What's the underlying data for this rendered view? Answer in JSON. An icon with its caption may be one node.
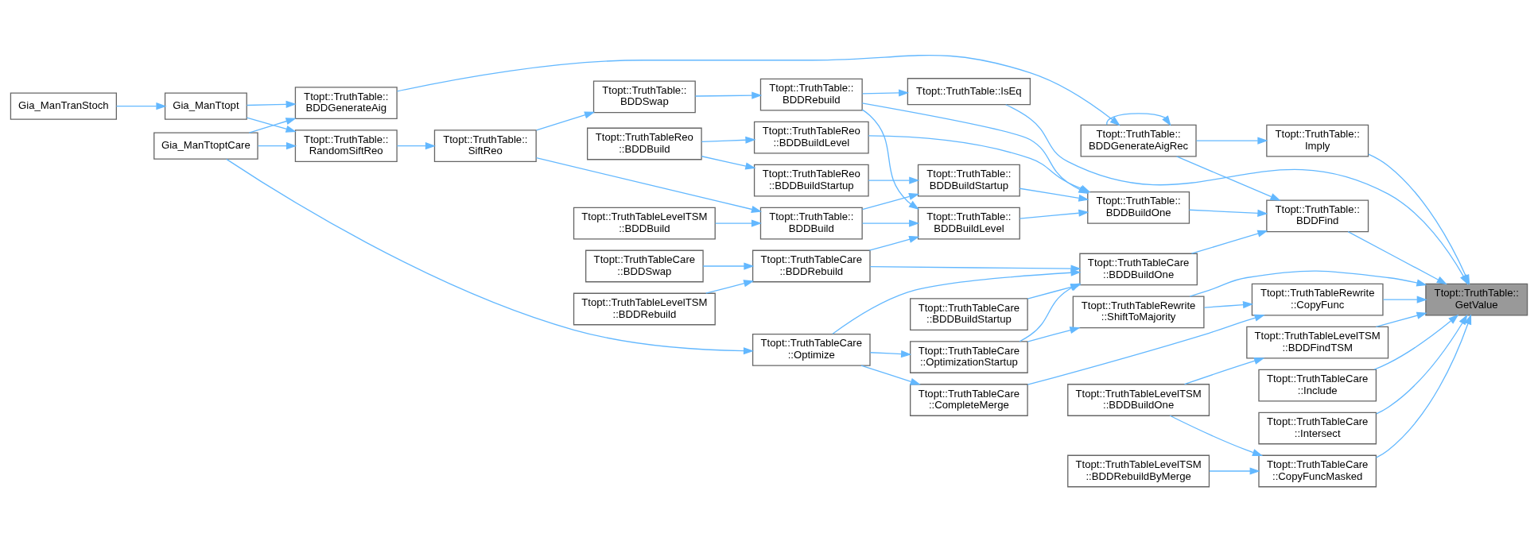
{
  "diagram": {
    "nodes": [
      {
        "text": [
          "Gia_ManTranStoch"
        ]
      },
      {
        "text": [
          "Gia_ManTtopt"
        ]
      },
      {
        "text": [
          "Gia_ManTtoptCare"
        ]
      },
      {
        "text": [
          "Ttopt::TruthTable:: BDDGenerateAig"
        ]
      },
      {
        "text": [
          "Ttopt::TruthTable:: RandomSiftReo"
        ]
      },
      {
        "text": [
          "Ttopt::TruthTable:: SiftReo"
        ]
      },
      {
        "text": [
          "Ttopt::TruthTableReo ::BDDBuild"
        ]
      },
      {
        "text": [
          "Ttopt::TruthTableLevelTSM ::BDDBuild"
        ]
      },
      {
        "text": [
          "Ttopt::TruthTable:: BDDSwap"
        ]
      },
      {
        "text": [
          "Ttopt::TruthTableCare ::BDDSwap"
        ]
      },
      {
        "text": [
          "Ttopt::TruthTableLevelTSM ::BDDRebuild"
        ]
      },
      {
        "text": [
          "Ttopt::TruthTableReo ::BDDBuildLevel"
        ]
      },
      {
        "text": [
          "Ttopt::TruthTableReo ::BDDBuildStartup"
        ]
      },
      {
        "text": [
          "Ttopt::TruthTable:: BDDBuild"
        ]
      },
      {
        "text": [
          "Ttopt::TruthTable:: BDDRebuild"
        ]
      },
      {
        "text": [
          "Ttopt::TruthTableCare ::BDDRebuild"
        ]
      },
      {
        "text": [
          "Ttopt::TruthTableCare ::Optimize"
        ]
      },
      {
        "text": [
          "Ttopt::TruthTable:: BDDBuildStartup"
        ]
      },
      {
        "text": [
          "Ttopt::TruthTable:: BDDBuildLevel"
        ]
      },
      {
        "text": [
          "Ttopt::TruthTable::IsEq"
        ]
      },
      {
        "text": [
          "Ttopt::TruthTableCare ::BDDBuildStartup"
        ]
      },
      {
        "text": [
          "Ttopt::TruthTableCare ::OptimizationStartup"
        ]
      },
      {
        "text": [
          "Ttopt::TruthTableCare ::CompleteMerge"
        ]
      },
      {
        "text": [
          "Ttopt::TruthTable:: BDDGenerateAigRec"
        ]
      },
      {
        "text": [
          "Ttopt::TruthTable:: BDDBuildOne"
        ]
      },
      {
        "text": [
          "Ttopt::TruthTableCare ::BDDBuildOne"
        ]
      },
      {
        "text": [
          "Ttopt::TruthTableLevelTSM ::BDDBuildOne"
        ]
      },
      {
        "text": [
          "Ttopt::TruthTableLevelTSM ::BDDRebuildByMerge"
        ]
      },
      {
        "text": [
          "Ttopt::TruthTableRewrite ::ShiftToMajority"
        ]
      },
      {
        "text": [
          "Ttopt::TruthTable:: Imply"
        ]
      },
      {
        "text": [
          "Ttopt::TruthTable:: BDDFind"
        ]
      },
      {
        "text": [
          "Ttopt::TruthTableLevelTSM ::BDDFindTSM"
        ]
      },
      {
        "text": [
          "Ttopt::TruthTableCare ::CopyFuncMasked"
        ]
      },
      {
        "text": [
          "Ttopt::TruthTableCare ::Include"
        ]
      },
      {
        "text": [
          "Ttopt::TruthTableCare ::Intersect"
        ]
      },
      {
        "text": [
          "Ttopt::TruthTableRewrite ::CopyFunc"
        ]
      },
      {
        "text": [
          "Ttopt::TruthTable:: GetValue"
        ]
      }
    ],
    "edges": [
      {
        "from": 0,
        "to": 1,
        "arrow": "to"
      },
      {
        "from": 1,
        "to": 3,
        "arrow": "to"
      },
      {
        "from": 1,
        "to": 4,
        "arrow": "to"
      },
      {
        "from": 2,
        "to": 3,
        "arrow": "to"
      },
      {
        "from": 2,
        "to": 4,
        "arrow": "to"
      },
      {
        "from": 2,
        "to": 16,
        "arrow": "to"
      },
      {
        "from": 3,
        "to": 23,
        "arrow": "to"
      },
      {
        "from": 4,
        "to": 5,
        "arrow": "to"
      },
      {
        "from": 5,
        "to": 13,
        "arrow": "to"
      },
      {
        "from": 5,
        "to": 8,
        "arrow": "to"
      },
      {
        "from": 6,
        "to": 11,
        "arrow": "to"
      },
      {
        "from": 6,
        "to": 12,
        "arrow": "to"
      },
      {
        "from": 7,
        "to": 13,
        "arrow": "to"
      },
      {
        "from": 8,
        "to": 14,
        "arrow": "to"
      },
      {
        "from": 9,
        "to": 15,
        "arrow": "to"
      },
      {
        "from": 10,
        "to": 15,
        "arrow": "to"
      },
      {
        "from": 11,
        "to": 24,
        "arrow": "to"
      },
      {
        "from": 12,
        "to": 17,
        "arrow": "to"
      },
      {
        "from": 13,
        "to": 17,
        "arrow": "to"
      },
      {
        "from": 13,
        "to": 18,
        "arrow": "to"
      },
      {
        "from": 14,
        "to": 18,
        "arrow": "to"
      },
      {
        "from": 14,
        "to": 24,
        "arrow": "to"
      },
      {
        "from": 14,
        "to": 19,
        "arrow": "to"
      },
      {
        "from": 15,
        "to": 18,
        "arrow": "to"
      },
      {
        "from": 15,
        "to": 25,
        "arrow": "to"
      },
      {
        "from": 16,
        "to": 21,
        "arrow": "to"
      },
      {
        "from": 16,
        "to": 22,
        "arrow": "to"
      },
      {
        "from": 16,
        "to": 25,
        "arrow": "to"
      },
      {
        "from": 17,
        "to": 24,
        "arrow": "to"
      },
      {
        "from": 18,
        "to": 24,
        "arrow": "to"
      },
      {
        "from": 19,
        "to": 36,
        "arrow": "to"
      },
      {
        "from": 20,
        "to": 25,
        "arrow": "to"
      },
      {
        "from": 21,
        "to": 25,
        "arrow": "to"
      },
      {
        "from": 21,
        "to": 28,
        "arrow": "to"
      },
      {
        "from": 22,
        "to": 35,
        "arrow": "to"
      },
      {
        "from": 23,
        "to": 23,
        "arrow": "to"
      },
      {
        "from": 23,
        "to": 29,
        "arrow": "to"
      },
      {
        "from": 23,
        "to": 30,
        "arrow": "to"
      },
      {
        "from": 24,
        "to": 30,
        "arrow": "to"
      },
      {
        "from": 25,
        "to": 30,
        "arrow": "to"
      },
      {
        "from": 26,
        "to": 31,
        "arrow": "to"
      },
      {
        "from": 26,
        "to": 32,
        "arrow": "to"
      },
      {
        "from": 27,
        "to": 32,
        "arrow": "to"
      },
      {
        "from": 28,
        "to": 36,
        "arrow": "to"
      },
      {
        "from": 28,
        "to": 35,
        "arrow": "to"
      },
      {
        "from": 29,
        "to": 36,
        "arrow": "to"
      },
      {
        "from": 30,
        "to": 36,
        "arrow": "to"
      },
      {
        "from": 31,
        "to": 36,
        "arrow": "to"
      },
      {
        "from": 32,
        "to": 36,
        "arrow": "to"
      },
      {
        "from": 33,
        "to": 36,
        "arrow": "to"
      },
      {
        "from": 34,
        "to": 36,
        "arrow": "to"
      },
      {
        "from": 35,
        "to": 36,
        "arrow": "to"
      }
    ]
  }
}
